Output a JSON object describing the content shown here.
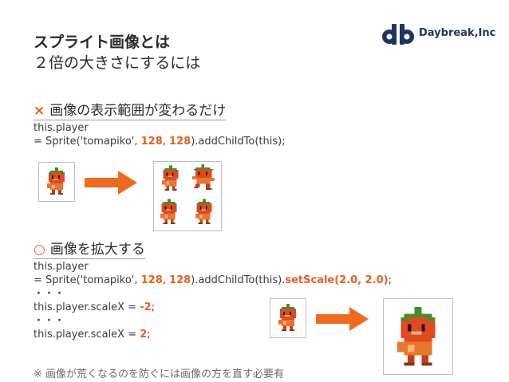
{
  "title": {
    "line1": "スプライト画像とは",
    "line2": "２倍の大きさにするには"
  },
  "logo": {
    "mark": "db",
    "text": "Daybreak,Inc"
  },
  "section1": {
    "mark": "×",
    "heading": "画像の表示範囲が変わるだけ",
    "code_line1": "this.player",
    "code_line2_a": "= Sprite('tomapiko', ",
    "code_line2_n1": "128",
    "code_line2_sep": ", ",
    "code_line2_n2": "128",
    "code_line2_b": ").addChildTo(this);"
  },
  "section2": {
    "mark": "○",
    "heading": "画像を拡大する",
    "code_line1": "this.player",
    "code_line2_a": "= Sprite('tomapiko', ",
    "code_line2_n1": "128",
    "code_line2_sep": ", ",
    "code_line2_n2": "128",
    "code_line2_b": ").addChildTo(this).",
    "code_line2_c": "setScale(2.0, 2.0)",
    "code_line2_d": ";",
    "dots1": "・・・",
    "code_line4_a": "this.player.scaleX = ",
    "code_line4_v": "-2",
    "code_line4_b": ";",
    "dots2": "・・・",
    "code_line6_a": "this.player.scaleX = ",
    "code_line6_v": "2",
    "code_line6_b": ";"
  },
  "note": "※ 画像が荒くなるのを防ぐには画像の方を直す必要有",
  "colors": {
    "accent": "#e8601c",
    "tomato": "#e04a1e",
    "leaf": "#3f8f2a",
    "logo": "#1f3561"
  }
}
